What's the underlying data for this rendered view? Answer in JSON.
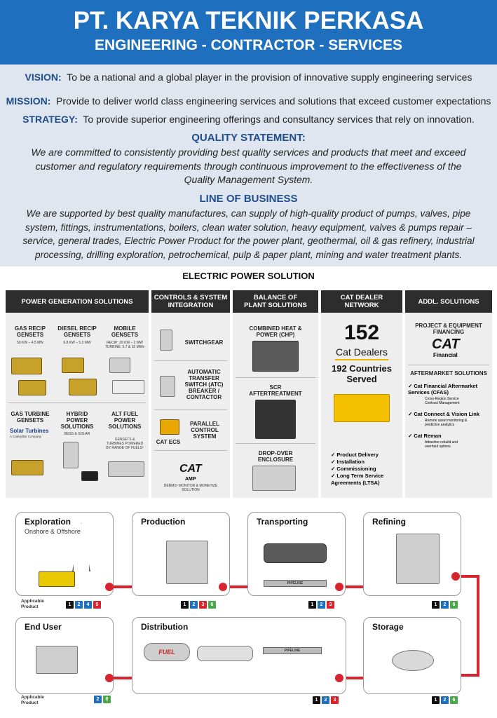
{
  "header": {
    "title": "PT. KARYA TEKNIK PERKASA",
    "subtitle": "ENGINEERING - CONTRACTOR - SERVICES"
  },
  "vision": {
    "label": "VISION:",
    "text": "To be a national and a global player in the provision of innovative supply engineering services"
  },
  "mission": {
    "label": "MISSION:",
    "text": "Provide to deliver world class engineering services and solutions that exceed customer expectations"
  },
  "strategy": {
    "label": "STRATEGY:",
    "text": "To provide superior engineering offerings and consultancy services that rely on innovation."
  },
  "quality": {
    "title": "QUALITY STATEMENT:",
    "lines": [
      "We are committed to consistently providing best quality services and products that meet and exceed",
      "customer and regulatory requirements through continuous improvement to the effectiveness of the",
      "Quality Management System."
    ]
  },
  "business": {
    "title": "LINE OF BUSINESS",
    "lines": [
      "We are supported by best quality manufactures, can supply of high-quality product of pumps, valves, pipe",
      "system, fittings, instrumentations, boilers, clean water solution, heavy equipment, valves & pumps repair –",
      "service, general trades, Electric Power Product for the power plant, geothermal, oil & gas refinery, industrial",
      "processing, drilling exploration, petrochemical, pulp & paper plant, mining and water treatment plants."
    ]
  },
  "eps": {
    "title": "ELECTRIC POWER SOLUTION",
    "col1": {
      "header": "POWER GENERATION SOLUTIONS",
      "gas_recip": "GAS RECIP\nGENSETS",
      "gas_recip_sub": "50 KW – 4.5 MW",
      "diesel": "DIESEL RECIP\nGENSETS",
      "diesel_sub": "6.8 KW – 5.3 MW",
      "mobile": "MOBILE\nGENSETS",
      "mobile_sub": "RECIP: 20 KW – 2 MW\nTURBINE: 5.7 & 16 MWe",
      "gas_turbine": "GAS TURBINE\nGENSETS",
      "solar": "Solar Turbines",
      "solar_sub": "A Caterpillar Company",
      "hybrid": "HYBRID\nPOWER\nSOLUTIONS",
      "hybrid_sub": "BESS & SOLAR",
      "alt": "ALT FUEL\nPOWER\nSOLUTIONS",
      "alt_sub": "GENSETS &\nTURBINES POWERED\nBY RANGE OF FUELS²"
    },
    "col2": {
      "header": "CONTROLS & SYSTEM\nINTEGRATION",
      "switchgear": "SWITCHGEAR",
      "ats": "AUTOMATIC\nTRANSFER\nSWITCH (ATC)\nBREAKER /\nCONTACTOR",
      "parallel": "PARALLEL\nCONTROL\nSYSTEM",
      "cat_ecs": "CAT ECS",
      "amp_logo": "CAT",
      "amp": "AMP",
      "derms": "DERMS³ MONITOR & MONETIZE\nSOLUTION"
    },
    "col3": {
      "header": "BALANCE OF\nPLANT SOLUTIONS",
      "chp": "COMBINED HEAT &\nPOWER (CHP)",
      "scr": "SCR\nAFTERTREATMENT",
      "drop": "DROP-OVER\nENCLOSURE"
    },
    "col4": {
      "header": "CAT DEALER\nNETWORK",
      "count": "152",
      "dealers": "Cat Dealers",
      "countries": "192 Countries\nServed",
      "list": [
        "Product Delivery",
        "Installation",
        "Commissioning",
        "Long Term Service\nAgreements (LTSA)"
      ]
    },
    "col5": {
      "header": "ADDL. SOLUTIONS",
      "proj": "PROJECT & EQUIPMENT\nFINANCING",
      "cat_logo": "CAT",
      "financial": "Financial",
      "after": "AFTERMARKET SOLUTIONS",
      "items": [
        {
          "title": "Cat Financial Aftermarket\nServices (CFAS)",
          "sub": "Cross-Region Service\nContract Management"
        },
        {
          "title": "Cat Connect & Vision Link",
          "sub": "Remote asset monitoring &\npredictive analytics"
        },
        {
          "title": "Cat Reman",
          "sub": "Attractive rebuild and\noverhaul options"
        }
      ]
    }
  },
  "flow": {
    "exploration": {
      "title": "Exploration",
      "sub": "Onshore & Offshore"
    },
    "production": {
      "title": "Production"
    },
    "transporting": {
      "title": "Transporting"
    },
    "refining": {
      "title": "Refining"
    },
    "end_user": {
      "title": "End User"
    },
    "distribution": {
      "title": "Distribution"
    },
    "storage": {
      "title": "Storage"
    },
    "applicable": "Applicable\nProduct",
    "pipeline": "PIPELINE",
    "fuel": "FUEL",
    "badges": {
      "exploration": [
        "1",
        "2",
        "4",
        "5"
      ],
      "production": [
        "1",
        "2",
        "3",
        "6"
      ],
      "transporting": [
        "1",
        "2",
        "3"
      ],
      "refining": [
        "1",
        "2",
        "6"
      ],
      "end_user": [
        "2",
        "6"
      ],
      "distribution": [
        "1",
        "2",
        "3"
      ],
      "storage": [
        "1",
        "2",
        "6"
      ]
    }
  }
}
